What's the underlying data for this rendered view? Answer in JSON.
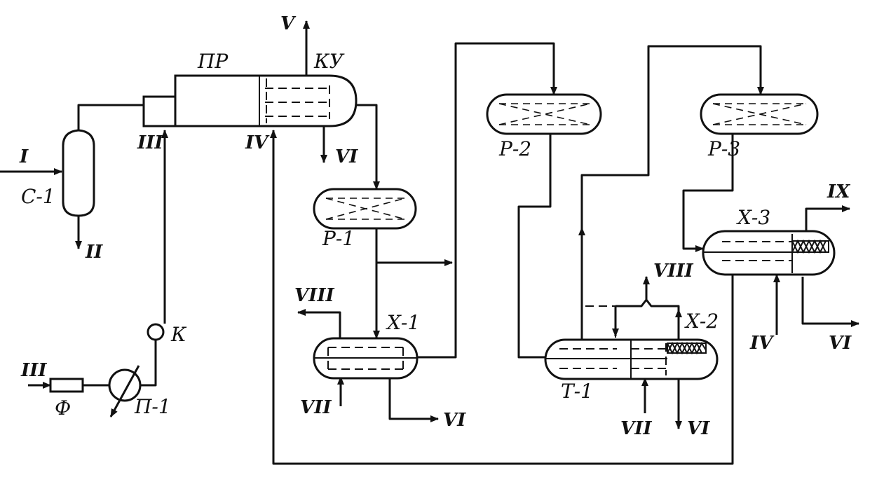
{
  "diagram": {
    "equipment": {
      "c1": "С-1",
      "pr": "ПР",
      "ku": "КУ",
      "p1": "Р-1",
      "p2": "Р-2",
      "p3": "Р-3",
      "x1": "Х-1",
      "x2": "Х-2",
      "x3": "Х-3",
      "t1": "Т-1",
      "k": "К",
      "f": "Ф",
      "pi1": "П-1"
    },
    "streams": {
      "s_I": "I",
      "s_II": "II",
      "s_III_pr": "III",
      "s_III_in": "III",
      "s_IV_pr": "IV",
      "s_IV_x3": "IV",
      "s_V": "V",
      "s_VI_ku": "VI",
      "s_VI_x1": "VI",
      "s_VI_t1": "VI",
      "s_VI_x3": "VI",
      "s_VII_x1": "VII",
      "s_VII_t1": "VII",
      "s_VIII_x1": "VIII",
      "s_VIII_x2": "VIII",
      "s_IX": "IX"
    }
  }
}
